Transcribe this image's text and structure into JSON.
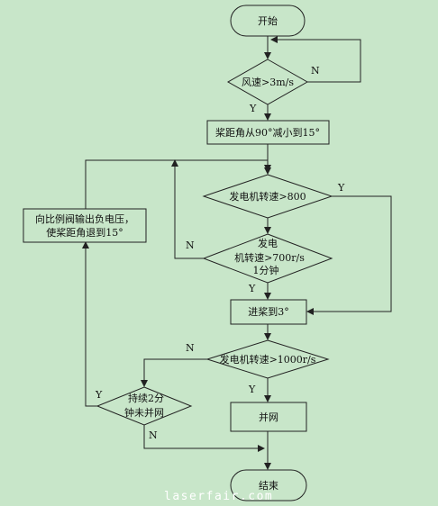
{
  "diagram": {
    "start": "开始",
    "wind_check": "风速>3m/s",
    "pitch_reduce": "桨距角从90°减小到15°",
    "gen_speed_800": "发电机转速>800",
    "gen_speed_700": [
      "发电",
      "机转速>700r/s",
      "1分钟"
    ],
    "feather_3": "进桨到3°",
    "gen_speed_1000": "发电机转速>1000r/s",
    "grid_connect": "并网",
    "sustain_check": [
      "持续2分",
      "钟未并网"
    ],
    "reverse_voltage": [
      "向比例阀输出负电压，",
      "使桨距角退到15°"
    ],
    "end": "结束",
    "yes": "Y",
    "no": "N"
  },
  "watermark": "laserfair.com"
}
